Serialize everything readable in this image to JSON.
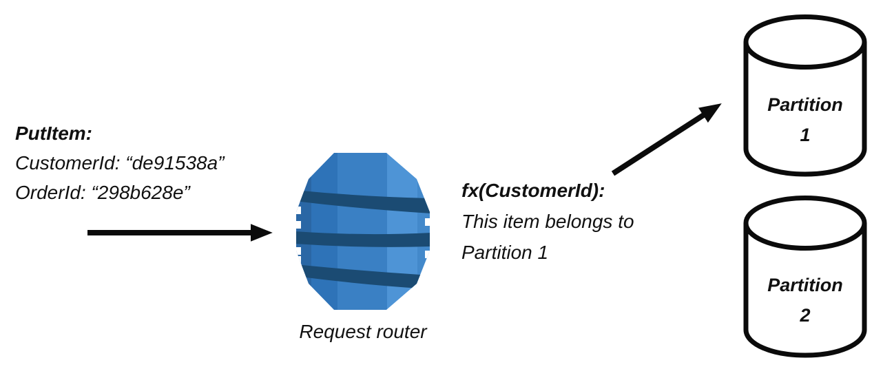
{
  "put_item": {
    "title": "PutItem:",
    "line1": "CustomerId: “de91538a”",
    "line2": "OrderId: “298b628e”"
  },
  "router": {
    "label": "Request router",
    "icon": "dynamodb-icon"
  },
  "hash_result": {
    "title": "fx(CustomerId):",
    "line1": "This item belongs to",
    "line2": "Partition 1"
  },
  "partitions": [
    {
      "label": "Partition",
      "number": "1"
    },
    {
      "label": "Partition",
      "number": "2"
    }
  ],
  "colors": {
    "background": "#ffffff",
    "text": "#111111",
    "arrow": "#0b0b0b",
    "outline": "#0b0b0b",
    "cylinder_fill": "#ffffff",
    "db_band": "#1b4b73",
    "db_facets": [
      "#2a67a5",
      "#2e73b8",
      "#3a80c4",
      "#4e94d6",
      "#4389cb"
    ]
  }
}
